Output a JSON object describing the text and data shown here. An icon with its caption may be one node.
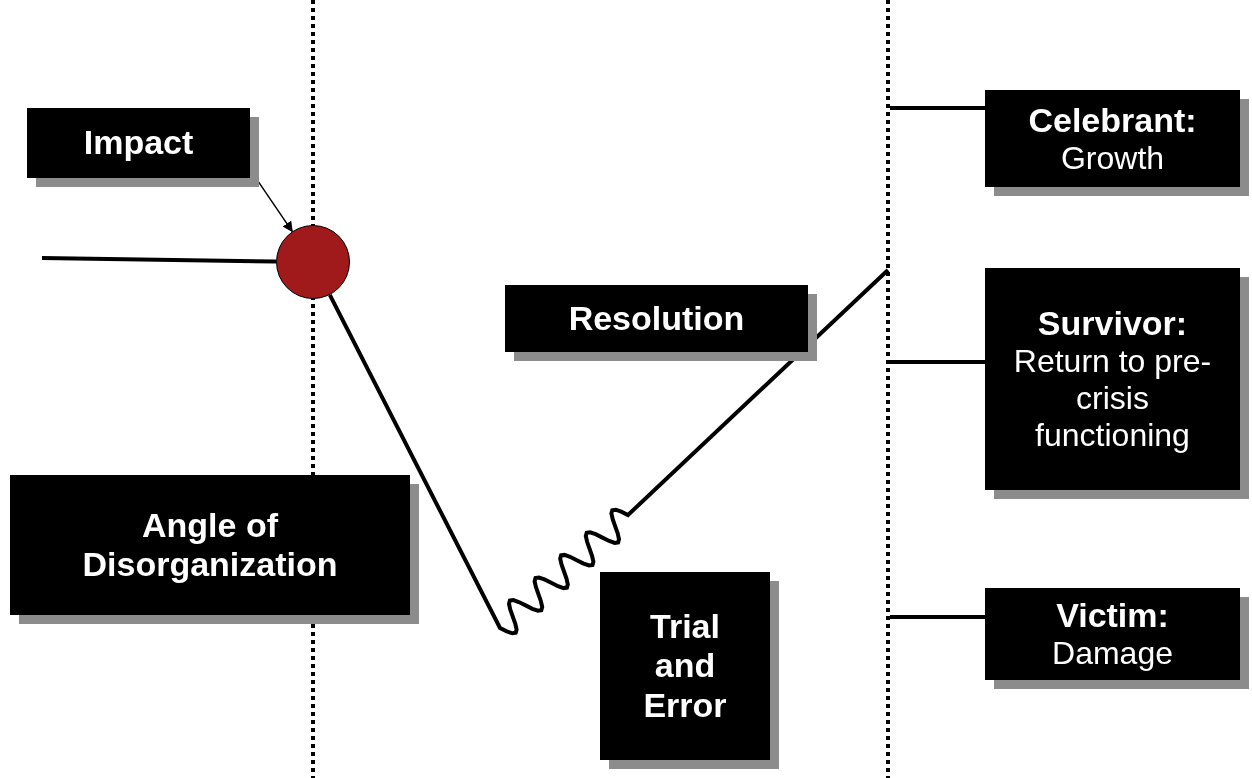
{
  "diagram": {
    "nodes": [
      {
        "text": [
          "Impact"
        ]
      },
      {
        "text": [],
        "shape": "circle"
      },
      {
        "text": [
          "Resolution"
        ]
      },
      {
        "text": [
          "Angle of Disorganization"
        ]
      },
      {
        "text": [
          "Trial and Error"
        ]
      },
      {
        "text": [
          "Celebrant:",
          "Growth"
        ]
      },
      {
        "text": [
          "Survivor:",
          "Return to pre-crisis functioning"
        ]
      },
      {
        "text": [
          "Victim:",
          "Damage"
        ]
      }
    ],
    "edges": [
      {
        "from": 0,
        "to": 1,
        "arrow": "to"
      },
      {
        "from": null,
        "to": 1,
        "arrow": "none"
      },
      {
        "from": 1,
        "to": null,
        "arrow": "none"
      },
      {
        "from": null,
        "to": 5,
        "arrow": "none"
      },
      {
        "from": null,
        "to": 6,
        "arrow": "none"
      },
      {
        "from": null,
        "to": 7,
        "arrow": "none"
      }
    ]
  }
}
